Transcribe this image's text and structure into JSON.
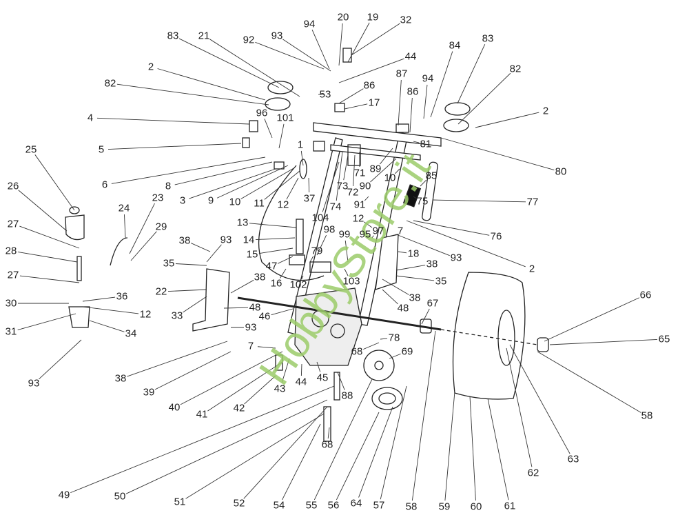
{
  "diagram": {
    "type": "exploded-parts-diagram",
    "watermark": "HobbyStore.it",
    "labels": [
      "94",
      "20",
      "19",
      "32",
      "83",
      "21",
      "92",
      "93",
      "44",
      "53",
      "86",
      "17",
      "87",
      "86",
      "94",
      "84",
      "83",
      "82",
      "2",
      "2",
      "82",
      "4",
      "96",
      "101",
      "5",
      "6",
      "8",
      "3",
      "9",
      "10",
      "11",
      "1",
      "12",
      "37",
      "74",
      "73",
      "72",
      "71",
      "89",
      "90",
      "10",
      "81",
      "85",
      "91",
      "75",
      "77",
      "80",
      "104",
      "98",
      "13",
      "12",
      "99",
      "95",
      "97",
      "7",
      "76",
      "93",
      "2",
      "18",
      "38",
      "35",
      "38",
      "48",
      "67",
      "14",
      "15",
      "79",
      "47",
      "16",
      "102",
      "103",
      "38",
      "93",
      "35",
      "38",
      "22",
      "33",
      "48",
      "46",
      "93",
      "7",
      "78",
      "68",
      "69",
      "38",
      "39",
      "40",
      "41",
      "42",
      "43",
      "44",
      "45",
      "88",
      "25",
      "26",
      "24",
      "23",
      "29",
      "27",
      "28",
      "27",
      "36",
      "30",
      "12",
      "31",
      "34",
      "93",
      "66",
      "65",
      "58",
      "63",
      "62",
      "61",
      "60",
      "59",
      "58",
      "57",
      "64",
      "56",
      "55",
      "54",
      "52",
      "51",
      "50",
      "49",
      "68"
    ]
  }
}
